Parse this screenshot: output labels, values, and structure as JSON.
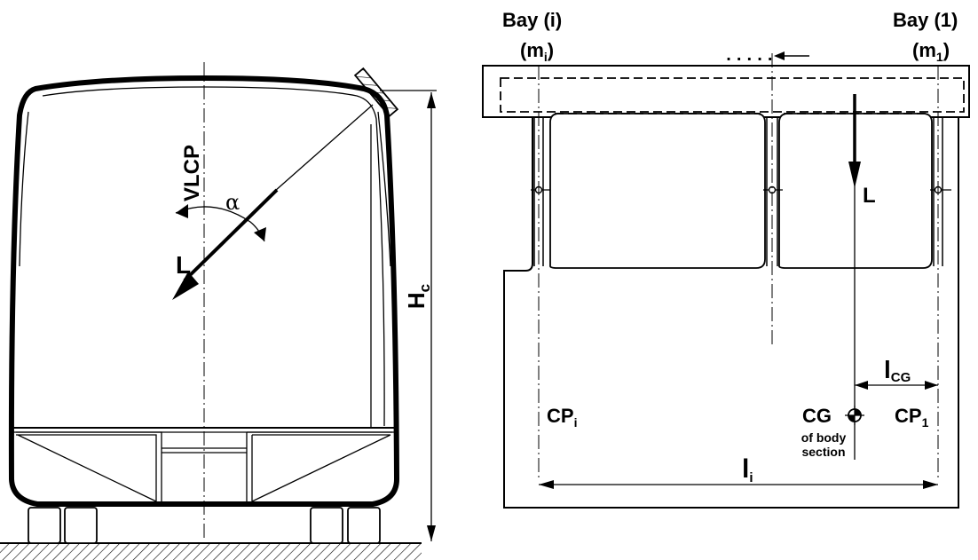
{
  "left_view": {
    "vlcp_label": "VLCP",
    "alpha_label": "α",
    "force_label": "L",
    "height_label": "H",
    "height_sub": "c"
  },
  "right_view": {
    "bay_i_label": "Bay (i)",
    "bay_i_mass": "(m",
    "bay_i_mass_sub": "i",
    "bay_i_close": ")",
    "bay_1_label": "Bay (1)",
    "bay_1_mass": "(m",
    "bay_1_mass_sub": "1",
    "bay_1_close": ")",
    "force_label": "L",
    "cp_i": "CP",
    "cp_i_sub": "i",
    "cp_1": "CP",
    "cp_1_sub": "1",
    "cg_label": "CG",
    "cg_caption_1": "of body",
    "cg_caption_2": "section",
    "l_cg": "l",
    "l_cg_sub": "CG",
    "l_i": "l",
    "l_i_sub": "i"
  }
}
